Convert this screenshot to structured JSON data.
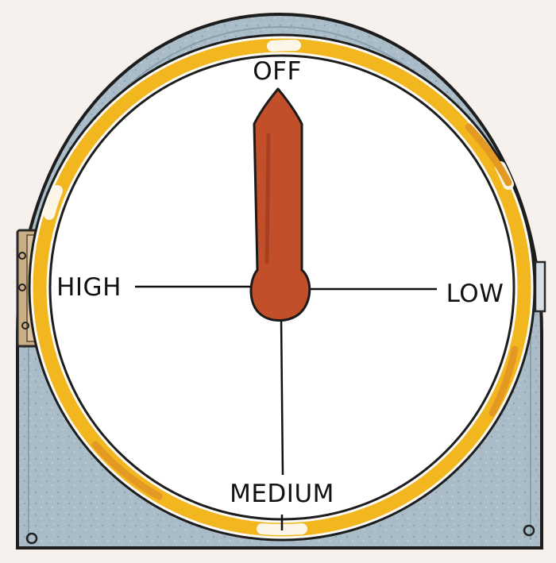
{
  "dial": {
    "positions": {
      "off": "OFF",
      "low": "LOW",
      "medium": "MEDIUM",
      "high": "HIGH"
    },
    "selected_position": "OFF"
  },
  "colors": {
    "background": "#f6f1ec",
    "housing": "#a9bcc8",
    "rim_yellow": "#f2b61f",
    "pointer": "#c1502a",
    "dial_face": "#ffffff",
    "ink": "#111111"
  }
}
